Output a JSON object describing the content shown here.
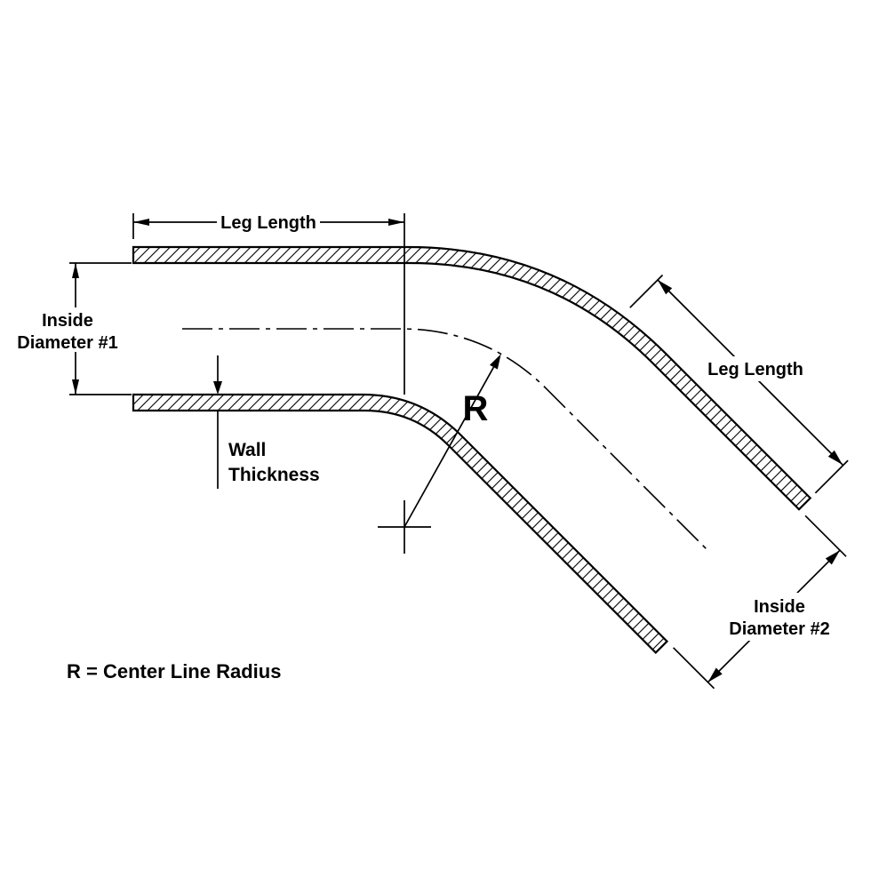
{
  "diagram": {
    "colors": {
      "line": "#000000",
      "background": "#ffffff"
    },
    "labels": {
      "leg_length_top": "Leg Length",
      "inside_diameter_1_line1": "Inside",
      "inside_diameter_1_line2": "Diameter #1",
      "wall_thickness_line1": "Wall",
      "wall_thickness_line2": "Thickness",
      "radius_symbol": "R",
      "leg_length_right": "Leg Length",
      "inside_diameter_2_line1": "Inside",
      "inside_diameter_2_line2": "Diameter #2",
      "legend": "R = Center Line Radius"
    }
  }
}
